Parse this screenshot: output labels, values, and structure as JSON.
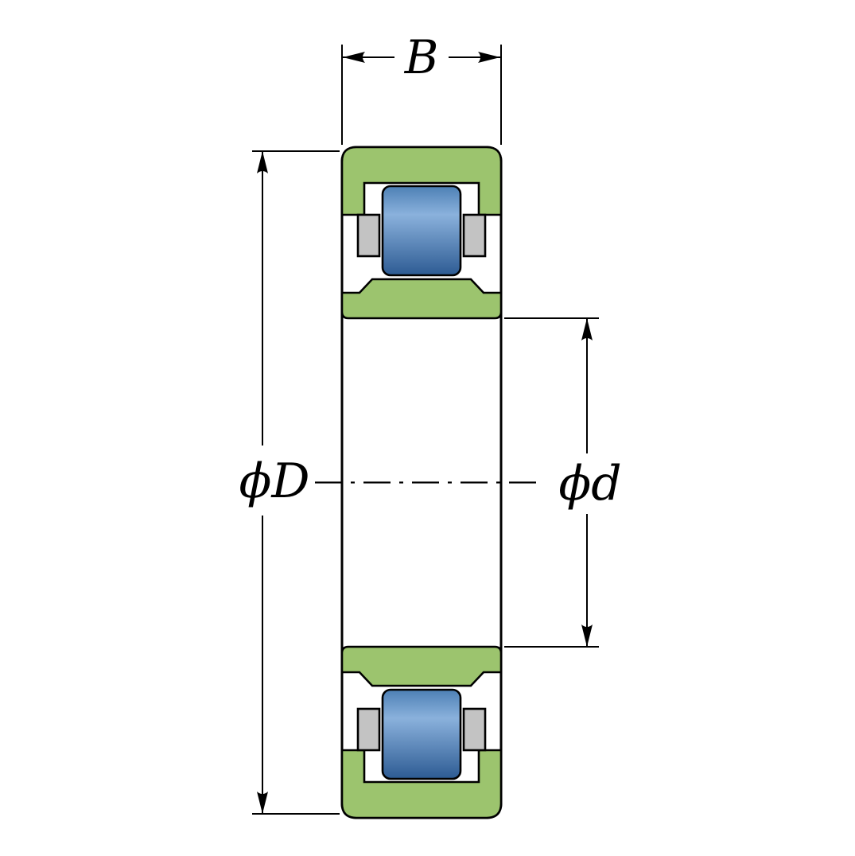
{
  "diagram": {
    "type": "cylindrical-roller-bearing-cross-section",
    "dimensions": {
      "width_label": "B",
      "outer_diameter_label": "ϕD",
      "inner_diameter_label": "ϕd"
    },
    "colors": {
      "ring_green": "#9cc46e",
      "cage_gray": "#c3c3c3",
      "roller_blue_top": "#4d80b5",
      "roller_blue_light": "#8ab1dc",
      "roller_blue_dark": "#2d5b93",
      "outline": "#000000",
      "background": "#ffffff"
    }
  }
}
